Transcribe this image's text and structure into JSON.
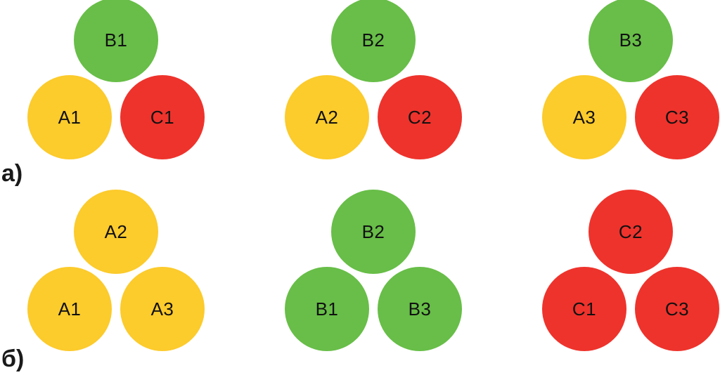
{
  "colors": {
    "A": "#fccb2c",
    "B": "#68be48",
    "C": "#ee332c"
  },
  "rows": [
    {
      "label": "а)",
      "groups": [
        {
          "circles": [
            {
              "text": "B1",
              "color": "B"
            },
            {
              "text": "A1",
              "color": "A"
            },
            {
              "text": "C1",
              "color": "C"
            }
          ]
        },
        {
          "circles": [
            {
              "text": "B2",
              "color": "B"
            },
            {
              "text": "A2",
              "color": "A"
            },
            {
              "text": "C2",
              "color": "C"
            }
          ]
        },
        {
          "circles": [
            {
              "text": "B3",
              "color": "B"
            },
            {
              "text": "A3",
              "color": "A"
            },
            {
              "text": "C3",
              "color": "C"
            }
          ]
        }
      ]
    },
    {
      "label": "б)",
      "groups": [
        {
          "circles": [
            {
              "text": "A2",
              "color": "A"
            },
            {
              "text": "A1",
              "color": "A"
            },
            {
              "text": "A3",
              "color": "A"
            }
          ]
        },
        {
          "circles": [
            {
              "text": "B2",
              "color": "B"
            },
            {
              "text": "B1",
              "color": "B"
            },
            {
              "text": "B3",
              "color": "B"
            }
          ]
        },
        {
          "circles": [
            {
              "text": "C2",
              "color": "C"
            },
            {
              "text": "C1",
              "color": "C"
            },
            {
              "text": "C3",
              "color": "C"
            }
          ]
        }
      ]
    }
  ]
}
